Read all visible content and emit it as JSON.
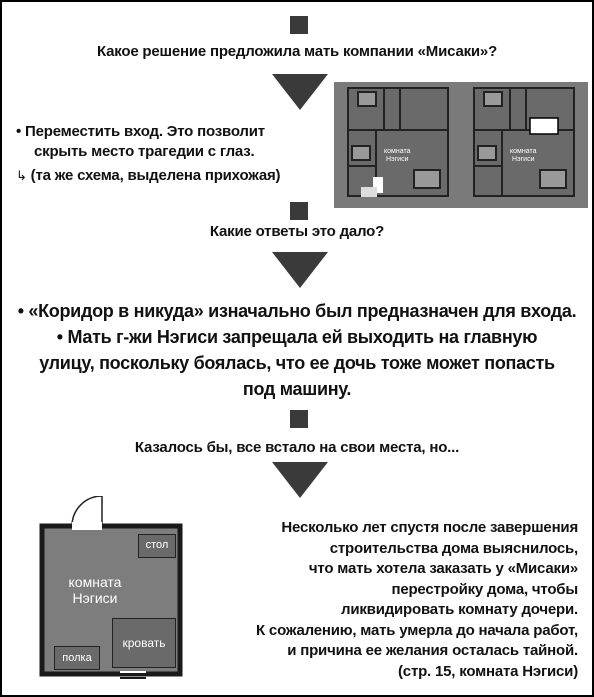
{
  "question1": "Какое решение предложила мать компании «Мисаки»?",
  "solution": {
    "bullet": "•",
    "line1": "Переместить вход. Это позволит",
    "line2": "скрыть место трагедии с глаз.",
    "arrow": "↳",
    "line3": "(та же схема, выделена прихожая)"
  },
  "question2": "Какие ответы это дало?",
  "answers": {
    "a1": "• «Коридор в никуда» изначально был предназначен для входа.",
    "a2_l1": "• Мать г-жи Нэгиси запрещала ей выходить на главную",
    "a2_l2": "улицу, поскольку боялась, что ее дочь тоже может попасть",
    "a2_l3": "под машину."
  },
  "transition": "Казалось бы, все встало на свои места, но...",
  "room": {
    "label_l1": "комната",
    "label_l2": "Нэгиси",
    "desk": "стол",
    "bed": "кровать",
    "shelf": "полка"
  },
  "conclusion": [
    "Несколько лет спустя после завершения",
    "строительства дома выяснилось,",
    "что мать хотела заказать у «Мисаки»",
    "перестройку дома, чтобы",
    "ликвидировать комнату дочери.",
    "К сожалению, мать умерла до начала работ,",
    "и причина ее желания осталась тайной.",
    "(стр. 15, комната Нэгиси)"
  ]
}
